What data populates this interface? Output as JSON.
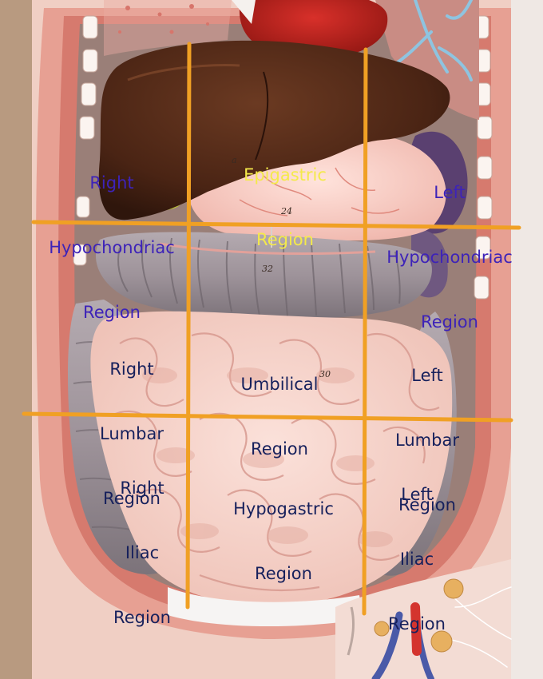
{
  "colors": {
    "grid_line": "#f0a024",
    "label_purple": "#3d23b8",
    "label_yellow": "#f4ea4a",
    "label_navy": "#16205c"
  },
  "regions": {
    "right_hypochondriac": [
      "Right",
      "Hypochondriac",
      "Region"
    ],
    "epigastric": [
      "Epigastric",
      "Region"
    ],
    "left_hypochondriac": [
      "Left",
      "Hypochondriac",
      "Region"
    ],
    "right_lumbar": [
      "Right",
      "Lumbar",
      "Region"
    ],
    "umbilical": [
      "Umbilical",
      "Region"
    ],
    "left_lumbar": [
      "Left",
      "Lumbar",
      "Region"
    ],
    "right_iliac": [
      "Right",
      "Iliac",
      "Region"
    ],
    "hypogastric": [
      "Hypogastric",
      "Region"
    ],
    "left_iliac": [
      "Left",
      "Iliac",
      "Region"
    ]
  },
  "model_marks": {
    "liver_mark": "a",
    "stomach_mark": "24",
    "colon_mark": "32",
    "intestine_mark": "30"
  }
}
